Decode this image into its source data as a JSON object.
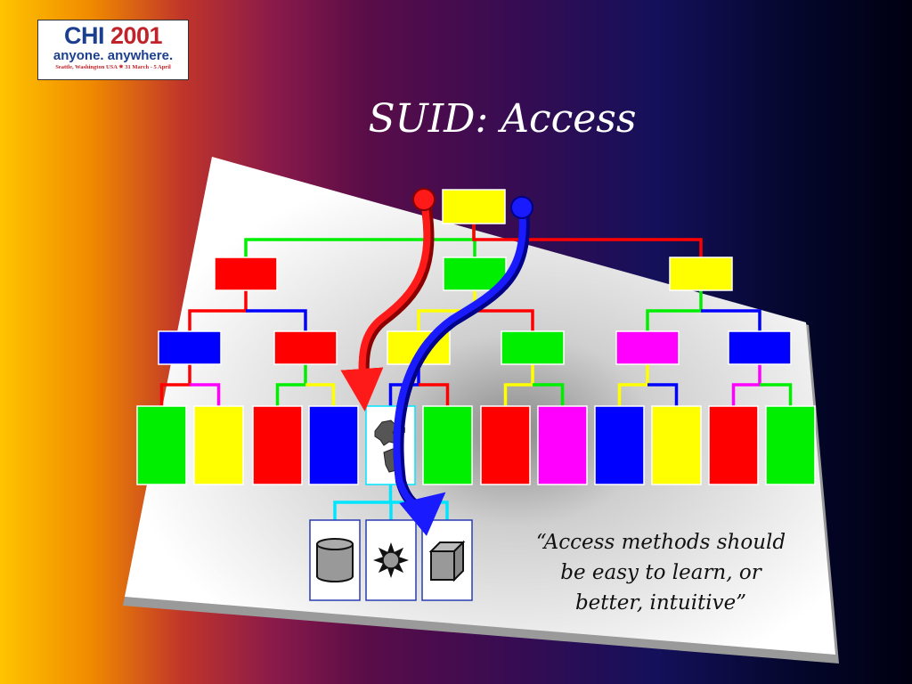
{
  "logo": {
    "chi": "CHI",
    "year": "2001",
    "tagline": "anyone. anywhere.",
    "details": "Seattle, Washington  USA ✷ 31 March - 5 April"
  },
  "title": "SUID: Access",
  "quote": "“Access methods should be easy to learn, or better, intuitive”",
  "colors": {
    "red": "#ff0000",
    "green": "#00ee00",
    "blue": "#0000ff",
    "yellow": "#ffff00",
    "magenta": "#ff00ff",
    "cyan": "#00e5ff"
  },
  "tree": {
    "root": "yellow",
    "level1": [
      "red",
      "green",
      "yellow"
    ],
    "level2": [
      "blue",
      "red",
      "yellow",
      "green",
      "magenta",
      "blue"
    ],
    "leaves": [
      "green",
      "yellow",
      "red",
      "blue",
      "world-map",
      "green",
      "red",
      "magenta",
      "blue",
      "yellow",
      "red",
      "green"
    ],
    "sub_items": [
      "cylinder-icon",
      "sun-icon",
      "cube-icon"
    ]
  }
}
